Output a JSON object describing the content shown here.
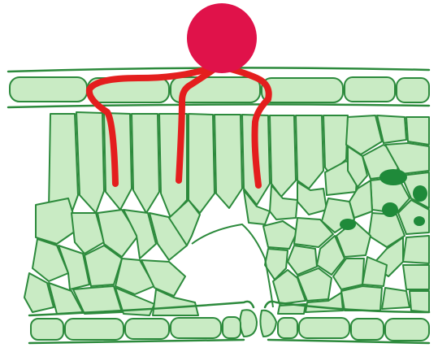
{
  "diagram": {
    "colors": {
      "background": "#ffffff",
      "cell_fill": "#c9ebc4",
      "cell_outline": "#2c8a3c",
      "vascular_cells": "#1f8a3a",
      "spore": "#e0124a",
      "hyphae": "#e41e1e"
    },
    "parts": [
      {
        "name": "fungal-spore",
        "color": "spore"
      },
      {
        "name": "fungal-hyphae",
        "color": "hyphae",
        "count": 3
      },
      {
        "name": "upper-epidermis",
        "color": "cell_fill"
      },
      {
        "name": "palisade-mesophyll",
        "color": "cell_fill"
      },
      {
        "name": "spongy-mesophyll",
        "color": "cell_fill"
      },
      {
        "name": "vascular-bundle",
        "color": "vascular_cells"
      },
      {
        "name": "lower-epidermis",
        "color": "cell_fill"
      },
      {
        "name": "stoma",
        "color": "cell_fill"
      }
    ]
  }
}
